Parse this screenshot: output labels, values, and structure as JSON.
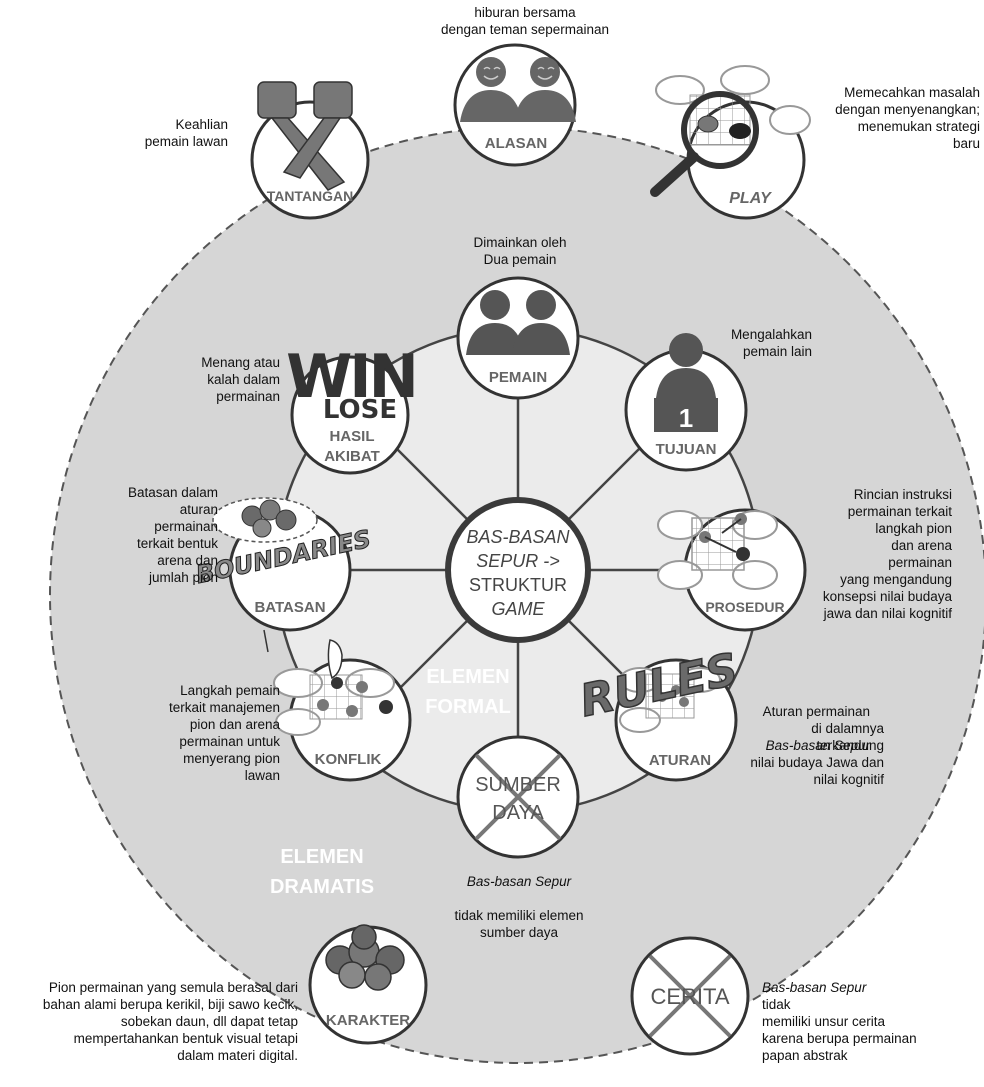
{
  "colors": {
    "outer_fill": "#d6d6d6",
    "inner_fill": "#ebebeb",
    "node_stroke": "#333333",
    "hub_stroke": "#3a3a3a",
    "label_gray": "#666666",
    "icon_dark": "#555555",
    "icon_mid": "#7a7a7a",
    "section_label": "#ffffff"
  },
  "center": {
    "line1": "BAS-BASAN",
    "line2": "SEPUR ->",
    "line3": "STRUKTUR",
    "line4": "GAME"
  },
  "section_labels": {
    "formal_1": "ELEMEN",
    "formal_2": "FORMAL",
    "dramatic_1": "ELEMEN",
    "dramatic_2": "DRAMATIS"
  },
  "formal_nodes": {
    "pemain": {
      "label": "PEMAIN",
      "icon": "two-players-icon"
    },
    "tujuan": {
      "label": "TUJUAN",
      "icon": "podium-winner-icon",
      "badge": "1"
    },
    "prosedur": {
      "label": "PROSEDUR",
      "icon": "game-board-moves-icon"
    },
    "aturan": {
      "label": "ATURAN",
      "icon": "rules-board-icon",
      "overlay": "RULES"
    },
    "sumber_daya": {
      "label1": "SUMBER",
      "label2": "DAYA",
      "icon": "crossed-out-icon"
    },
    "konflik": {
      "label": "KONFLIK",
      "icon": "hand-moving-piece-icon"
    },
    "batasan": {
      "label": "BATASAN",
      "icon": "boundaries-stones-icon",
      "overlay": "BOUNDARIES"
    },
    "hasil_akibat": {
      "label1": "HASIL",
      "label2": "AKIBAT",
      "icon": "win-lose-icon",
      "overlay1": "WIN",
      "overlay2": "LOSE"
    }
  },
  "dramatic_nodes": {
    "alasan": {
      "label": "ALASAN",
      "icon": "smiling-friends-icon"
    },
    "play": {
      "label": "PLAY",
      "icon": "magnifier-board-icon"
    },
    "tantangan": {
      "label": "TANTANGAN",
      "icon": "arm-wrestling-fists-icon"
    },
    "karakter": {
      "label": "KARAKTER",
      "icon": "pebble-pile-icon"
    },
    "cerita": {
      "label": "CERITA",
      "icon": "crossed-out-icon"
    }
  },
  "notes": {
    "alasan": "hiburan bersama\ndengan teman sepermainan",
    "play": "Memecahkan masalah\ndengan menyenangkan;\nmenemukan strategi\nbaru",
    "tantangan": "Keahlian\npemain lawan",
    "pemain": "Dimainkan oleh\nDua pemain",
    "tujuan": "Mengalahkan\npemain lain",
    "hasil_akibat": "Menang atau\nkalah dalam\npermainan",
    "batasan": "Batasan dalam\naturan\npermainan\nterkait bentuk\narena dan\njumlah pion",
    "prosedur": "Rincian instruksi\npermainan terkait\nlangkah pion\ndan arena\npermainan\nyang mengandung\nkonsepsi nilai budaya\njawa dan nilai kognitif",
    "konflik": "Langkah pemain\nterkait manajemen\npion dan arena\npermainan untuk\nmenyerang pion\nlawan",
    "aturan_1": "Aturan permainan",
    "aturan_2": "Bas-basan Sepur",
    "aturan_3": "di dalamnya\nterkandung\nnilai budaya Jawa dan\nnilai kognitif",
    "sumber_daya_1": "Bas-basan Sepur",
    "sumber_daya_2": "tidak memiliki elemen\nsumber daya",
    "karakter": "Pion permainan yang semula berasal dari\nbahan alami berupa kerikil,  biji sawo kecik,\nsobekan daun, dll dapat tetap\nmempertahankan bentuk visual tetapi\ndalam materi digital.",
    "cerita_1": "Bas-basan Sepur",
    "cerita_2": "tidak\nmemiliki unsur  cerita\nkarena berupa permainan\npapan abstrak"
  }
}
